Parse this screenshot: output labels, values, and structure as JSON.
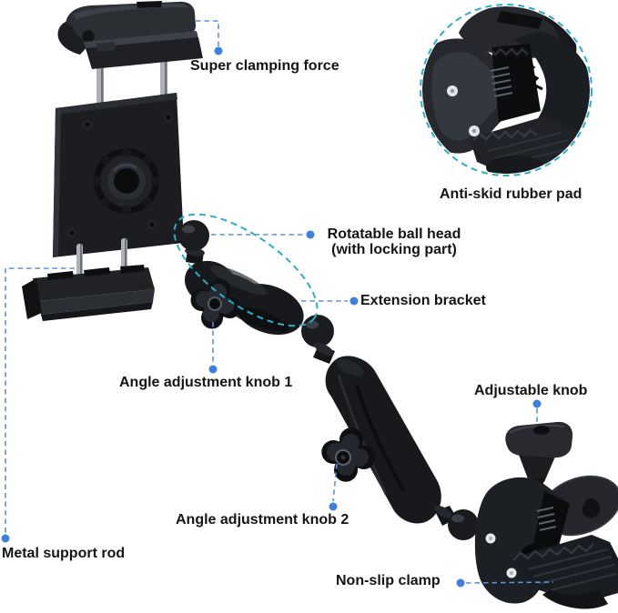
{
  "figure": {
    "background": "#ffffff",
    "text_color": "#141414",
    "dot_blue": "#3f7fe0",
    "leader_blue": "#5b92de",
    "accent_cyan": "#2aaec6"
  },
  "callouts": {
    "super_clamping_force": "Super clamping force",
    "anti_skid_rubber_pad": "Anti-skid rubber pad",
    "rotatable_ball_head_line1": "Rotatable ball head",
    "rotatable_ball_head_line2": "(with locking part)",
    "extension_bracket": "Extension bracket",
    "angle_adjustment_knob_1": "Angle adjustment knob 1",
    "adjustable_knob": "Adjustable knob",
    "angle_adjustment_knob_2": "Angle adjustment knob 2",
    "metal_support_rod": "Metal support rod",
    "non_slip_clamp": "Non-slip clamp"
  }
}
